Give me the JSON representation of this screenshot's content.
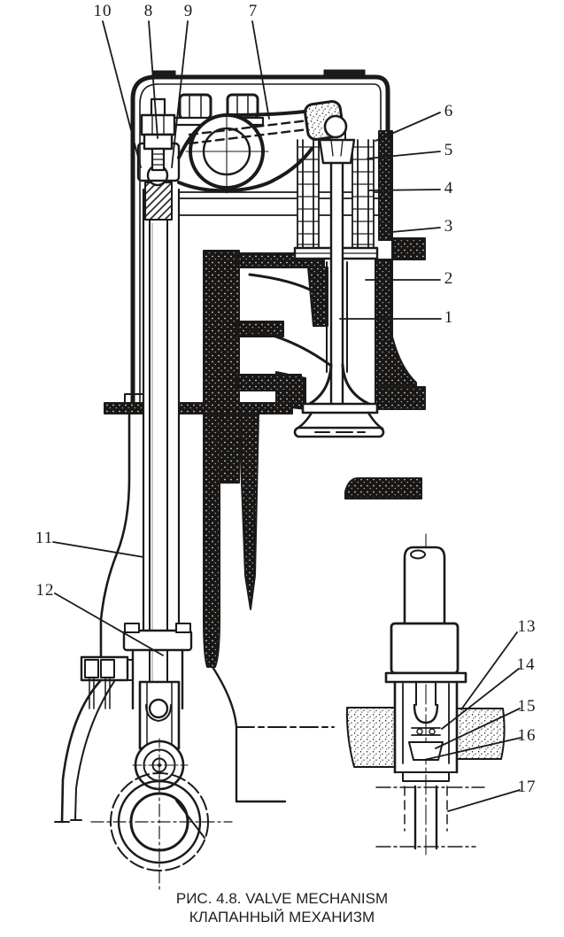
{
  "figure": {
    "caption_line1": "РИС. 4.8. VALVE MECHANISM",
    "caption_line2": "КЛАПАННЫЙ МЕХАНИЗМ"
  },
  "callouts": [
    {
      "label": "1"
    },
    {
      "label": "2"
    },
    {
      "label": "3"
    },
    {
      "label": "4"
    },
    {
      "label": "5"
    },
    {
      "label": "6"
    },
    {
      "label": "7"
    },
    {
      "label": "8"
    },
    {
      "label": "9"
    },
    {
      "label": "10"
    },
    {
      "label": "11"
    },
    {
      "label": "12"
    },
    {
      "label": "13"
    },
    {
      "label": "14"
    },
    {
      "label": "15"
    },
    {
      "label": "16"
    },
    {
      "label": "17"
    }
  ],
  "colors": {
    "ink": "#1c1a18",
    "paper": "#ffffff"
  }
}
